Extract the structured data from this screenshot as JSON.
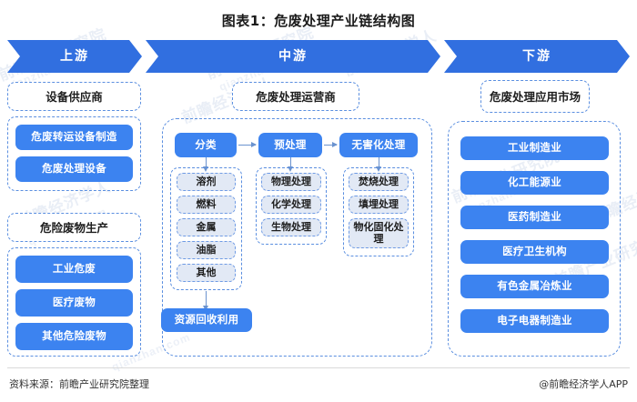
{
  "title": "图表1：危废处理产业链结构图",
  "colors": {
    "banner_blue": "#316fe0",
    "box_blue": "#3c83f0",
    "dashed_border": "#5b8fe0",
    "light_box_fill": "#e2e9f5",
    "connector": "#6b93cf"
  },
  "banner": {
    "stages": [
      {
        "label": "上游"
      },
      {
        "label": "中游"
      },
      {
        "label": "下游"
      }
    ]
  },
  "upstream": {
    "groups": [
      {
        "header": "设备供应商",
        "items": [
          {
            "label": "危废转运设备制造"
          },
          {
            "label": "危废处理设备"
          }
        ]
      },
      {
        "header": "危险废物生产",
        "items": [
          {
            "label": "工业危废"
          },
          {
            "label": "医疗废物"
          },
          {
            "label": "其他危险废物"
          }
        ]
      }
    ]
  },
  "midstream": {
    "header": "危废处理运营商",
    "stages": [
      {
        "label": "分类",
        "children": [
          {
            "label": "溶剂"
          },
          {
            "label": "燃料"
          },
          {
            "label": "金属"
          },
          {
            "label": "油脂"
          },
          {
            "label": "其他"
          }
        ]
      },
      {
        "label": "预处理",
        "children": [
          {
            "label": "物理处理"
          },
          {
            "label": "化学处理"
          },
          {
            "label": "生物处理"
          }
        ]
      },
      {
        "label": "无害化处理",
        "children": [
          {
            "label": "焚烧处理"
          },
          {
            "label": "填埋处理"
          },
          {
            "label": "物化固化处理"
          }
        ]
      }
    ],
    "output": {
      "label": "资源回收利用"
    }
  },
  "downstream": {
    "header": "危废处理应用市场",
    "items": [
      {
        "label": "工业制造业"
      },
      {
        "label": "化工能源业"
      },
      {
        "label": "医药制造业"
      },
      {
        "label": "医疗卫生机构"
      },
      {
        "label": "有色金属冶炼业"
      },
      {
        "label": "电子电器制造业"
      }
    ]
  },
  "footer": {
    "source": "资料来源：前瞻产业研究院整理",
    "credit": "@前瞻经济学人APP"
  },
  "watermarks": [
    {
      "text": "前瞻产业研究院"
    },
    {
      "text": "前瞻经济学人"
    },
    {
      "text": "qianzhan.com"
    }
  ]
}
